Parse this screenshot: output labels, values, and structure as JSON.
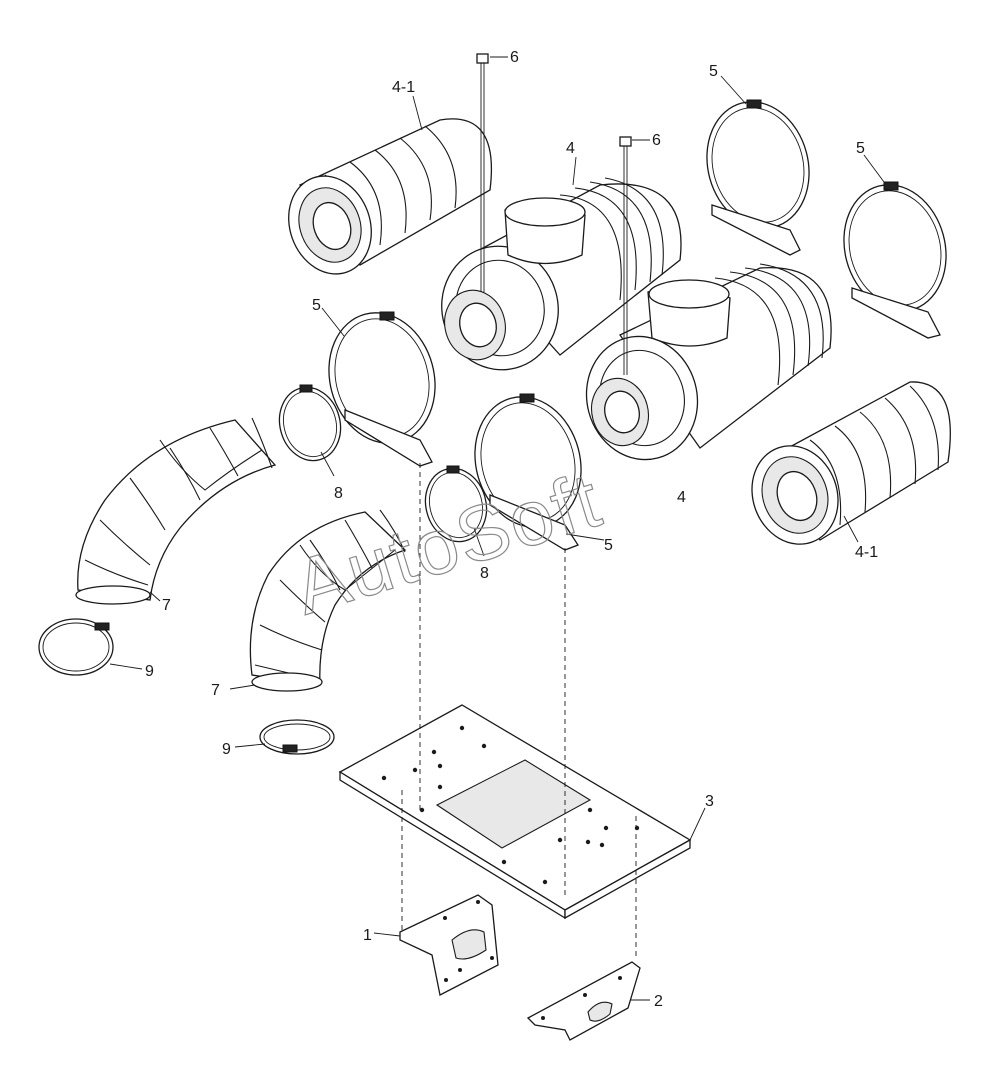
{
  "watermark": "AutoSoft",
  "callouts": [
    {
      "id": "c-1",
      "text": "1"
    },
    {
      "id": "c-2",
      "text": "2"
    },
    {
      "id": "c-3",
      "text": "3"
    },
    {
      "id": "c-4a",
      "text": "4"
    },
    {
      "id": "c-4b",
      "text": "4"
    },
    {
      "id": "c-41a",
      "text": "4-1"
    },
    {
      "id": "c-41b",
      "text": "4-1"
    },
    {
      "id": "c-5a",
      "text": "5"
    },
    {
      "id": "c-5b",
      "text": "5"
    },
    {
      "id": "c-5c",
      "text": "5"
    },
    {
      "id": "c-5d",
      "text": "5"
    },
    {
      "id": "c-6a",
      "text": "6"
    },
    {
      "id": "c-6b",
      "text": "6"
    },
    {
      "id": "c-7a",
      "text": "7"
    },
    {
      "id": "c-7b",
      "text": "7"
    },
    {
      "id": "c-8a",
      "text": "8"
    },
    {
      "id": "c-8b",
      "text": "8"
    },
    {
      "id": "c-9a",
      "text": "9"
    },
    {
      "id": "c-9b",
      "text": "9"
    }
  ]
}
